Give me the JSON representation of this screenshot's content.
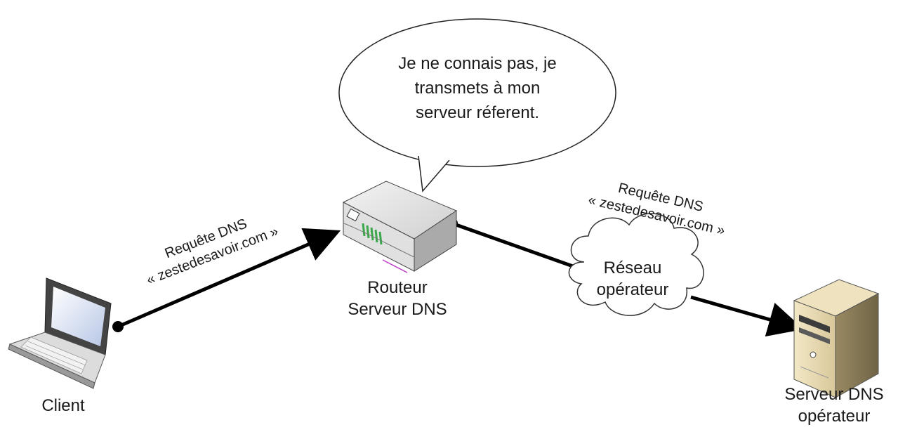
{
  "nodes": {
    "client": {
      "label": "Client",
      "icon": "laptop-icon"
    },
    "router": {
      "label_line1": "Routeur",
      "label_line2": "Serveur DNS",
      "icon": "router-icon"
    },
    "network": {
      "label_line1": "Réseau",
      "label_line2": "opérateur",
      "icon": "cloud-icon"
    },
    "server": {
      "label_line1": "Serveur DNS",
      "label_line2": "opérateur",
      "icon": "server-icon"
    }
  },
  "edges": {
    "client_to_router": {
      "line1": "Requête DNS",
      "line2": "« zestedesavoir.com »"
    },
    "router_to_server": {
      "line1": "Requête DNS",
      "line2": "« zestedesavoir.com »"
    }
  },
  "speech_bubble": {
    "line1": "Je ne connais pas, je",
    "line2": "transmets à mon",
    "line3": "serveur réferent."
  },
  "colors": {
    "line": "#000000",
    "cloud_fill": "#ffffff",
    "bubble_fill": "#ffffff"
  }
}
